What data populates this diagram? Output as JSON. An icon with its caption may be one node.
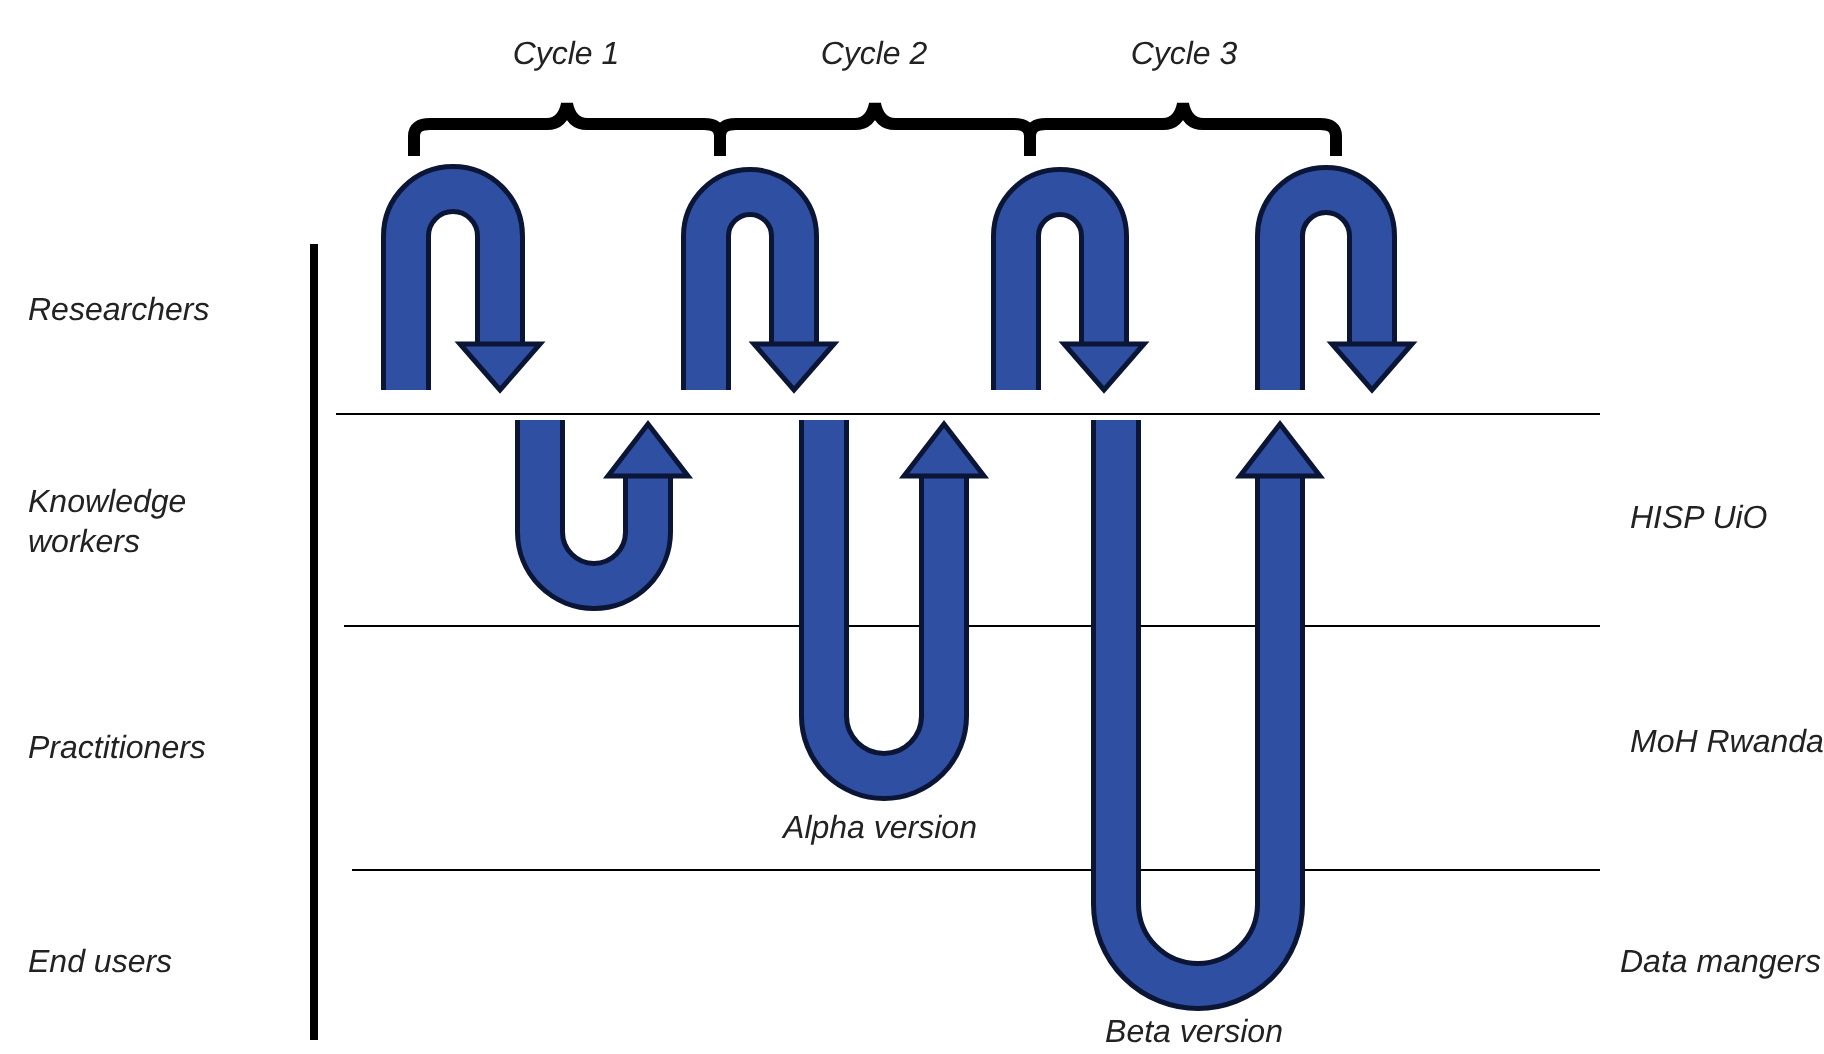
{
  "diagram": {
    "labels": [
      "Cycle 1",
      "Cycle 2",
      "Cycle 3",
      "Researchers",
      "Knowledge workers",
      "HISP UiO",
      "Practitioners",
      "MoH Rwanda",
      "Alpha version",
      "End users",
      "Data mangers",
      "Beta version"
    ]
  }
}
